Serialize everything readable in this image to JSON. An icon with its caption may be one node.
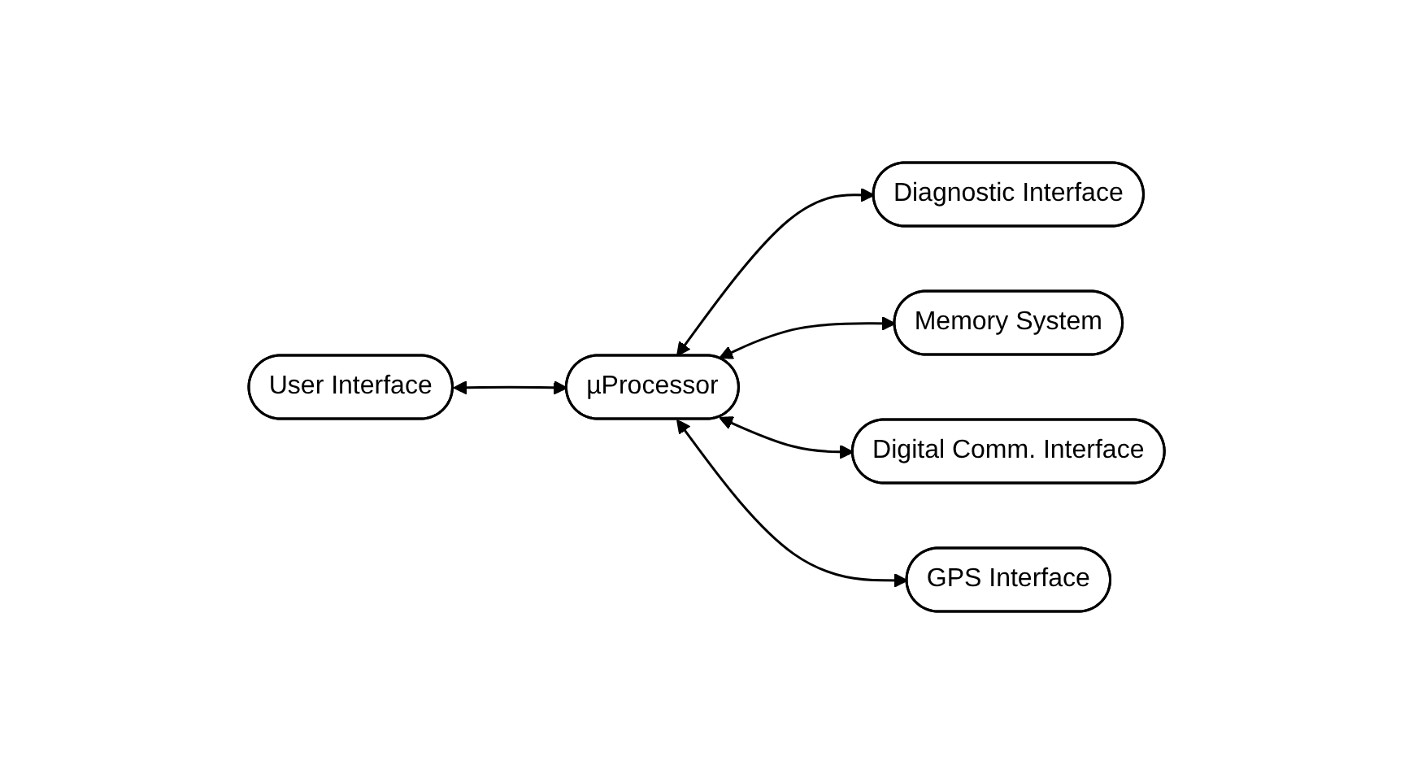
{
  "diagram": {
    "nodes": [
      {
        "text": [
          "Diagnostic Interface"
        ]
      },
      {
        "text": [
          "Memory System"
        ]
      },
      {
        "text": [
          "User Interface"
        ]
      },
      {
        "text": [
          "µProcessor"
        ]
      },
      {
        "text": [
          "Digital Comm. Interface"
        ]
      },
      {
        "text": [
          "GPS Interface"
        ]
      }
    ],
    "edges": [
      {
        "from": 2,
        "to": 3,
        "arrow": "both"
      },
      {
        "from": 3,
        "to": 0,
        "arrow": "both"
      },
      {
        "from": 3,
        "to": 1,
        "arrow": "both"
      },
      {
        "from": 3,
        "to": 4,
        "arrow": "both"
      },
      {
        "from": 3,
        "to": 5,
        "arrow": "both"
      }
    ]
  }
}
